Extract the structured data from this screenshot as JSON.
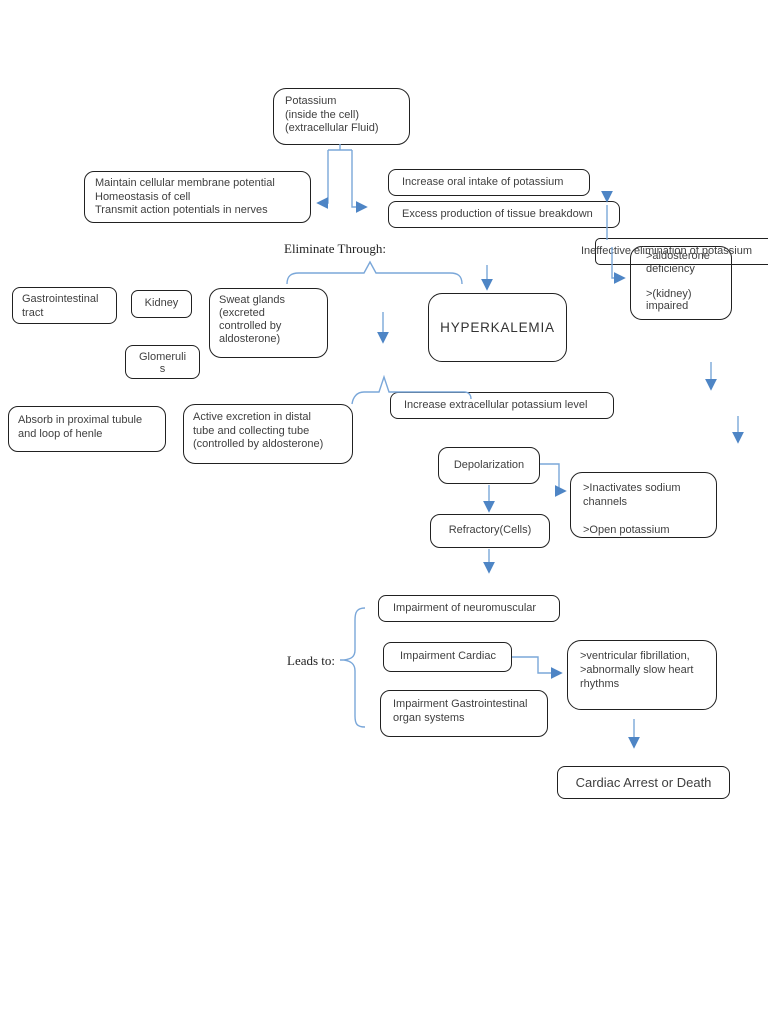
{
  "page": {
    "background": "#ffffff"
  },
  "colors": {
    "box_border": "#212121",
    "text": "#3f3f3f",
    "arrow_line": "#7aa7d9",
    "arrow_head": "#4e85c5"
  },
  "labels": {
    "eliminate_through": "Eliminate Through:",
    "leads_to": "Leads to:"
  },
  "nodes": {
    "potassium": "Potassium\n(inside the cell)\n(extracellular Fluid)",
    "functions": "Maintain cellular membrane potential\nHomeostasis of cell\nTransmit action potentials in nerves",
    "increase_oral": "Increase oral intake of potassium",
    "excess_production": "Excess production of tissue breakdown",
    "ineffective_elimination": "Ineffective elimination of potassium",
    "aldosterone": ">aldosterone\ndeficiency\n\n>(kidney)\nimpaired",
    "gastrointestinal": "Gastrointestinal\ntract",
    "kidney": "Kidney",
    "sweat_glands": "Sweat glands\n(excreted\ncontrolled by\naldosterone)",
    "hyperkalemia": "HYPERKALEMIA",
    "glomeruli": "Glomeruli\ns",
    "absorb": "Absorb in proximal tubule\nand loop of henle",
    "active_excretion": "Active excretion in distal\ntube and collecting tube\n(controlled by aldosterone)",
    "increase_extracellular": "Increase extracellular potassium level",
    "depolarization": "Depolarization",
    "sodium_channels": ">Inactivates sodium\nchannels\n\n>Open potassium",
    "refractory": "Refractory(Cells)",
    "impairment_neuromuscular": "Impairment of neuromuscular",
    "impairment_cardiac": "Impairment Cardiac",
    "impairment_gi": "Impairment Gastrointestinal\norgan systems",
    "ventricular": ">ventricular fibrillation,\n>abnormally slow heart\nrhythms",
    "cardiac_arrest": "Cardiac Arrest or Death"
  }
}
